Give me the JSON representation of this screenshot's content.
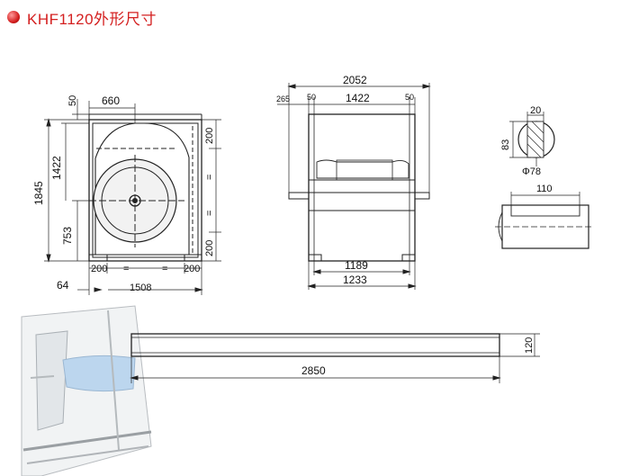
{
  "title": "KHF1120外形尺寸",
  "colors": {
    "title": "#d42020",
    "line": "#222222",
    "dim": "#333333"
  },
  "front_view": {
    "dims": {
      "top_offset": "660",
      "top_gap": "50",
      "total_height": "1845",
      "upper_height": "1422",
      "lower_height": "753",
      "right_top": "200",
      "right_bottom": "200",
      "bottom_left": "200",
      "bottom_right": "200",
      "left_offset": "64",
      "total_width": "1508"
    },
    "eq_mark": "="
  },
  "side_view": {
    "dims": {
      "overall": "2052",
      "shaft_ext": "265",
      "flange_left": "50",
      "body": "1422",
      "flange_right": "50",
      "inner": "1189",
      "outer": "1233"
    }
  },
  "shaft_detail": {
    "dims": {
      "key_width": "20",
      "key_height": "83",
      "diameter": "Φ78",
      "length": "110"
    }
  },
  "rail": {
    "dims": {
      "length": "2850",
      "height": "120"
    }
  }
}
